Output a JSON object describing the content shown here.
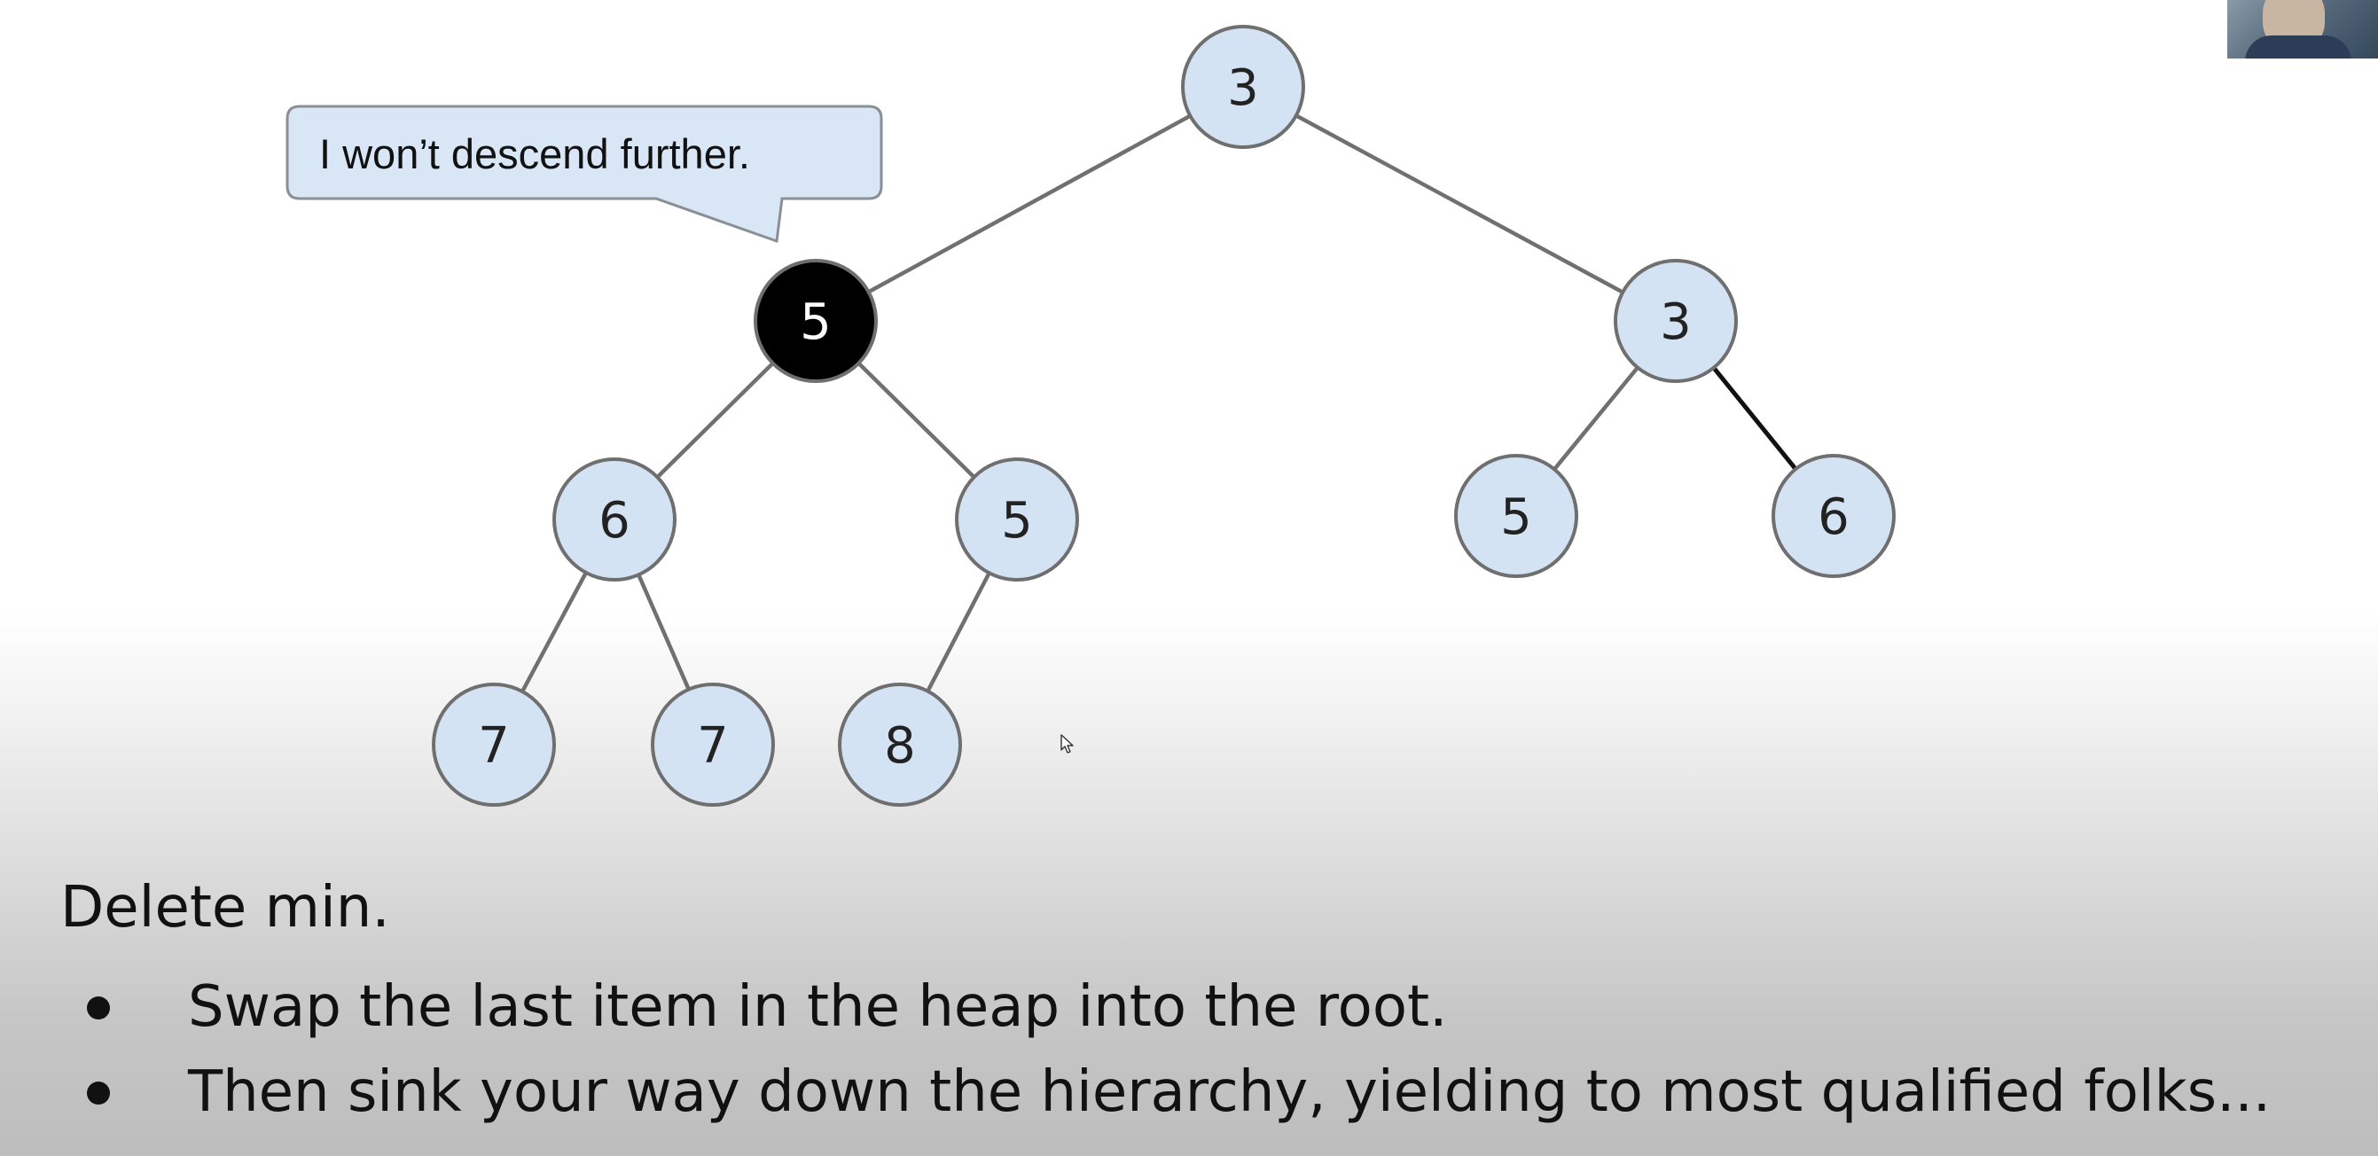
{
  "callout": {
    "text": "I won’t descend further."
  },
  "tree": {
    "nodes": [
      {
        "id": "n0",
        "value": "3",
        "state": "normal"
      },
      {
        "id": "n1",
        "value": "5",
        "state": "highlighted"
      },
      {
        "id": "n2",
        "value": "3",
        "state": "normal"
      },
      {
        "id": "n3",
        "value": "6",
        "state": "normal"
      },
      {
        "id": "n4",
        "value": "5",
        "state": "normal"
      },
      {
        "id": "n5",
        "value": "5",
        "state": "normal"
      },
      {
        "id": "n6",
        "value": "6",
        "state": "normal"
      },
      {
        "id": "n7",
        "value": "7",
        "state": "normal"
      },
      {
        "id": "n8",
        "value": "7",
        "state": "normal"
      },
      {
        "id": "n9",
        "value": "8",
        "state": "normal"
      }
    ],
    "edges": [
      {
        "from": "n0",
        "to": "n1",
        "style": "normal"
      },
      {
        "from": "n0",
        "to": "n2",
        "style": "normal"
      },
      {
        "from": "n1",
        "to": "n3",
        "style": "normal"
      },
      {
        "from": "n1",
        "to": "n4",
        "style": "normal"
      },
      {
        "from": "n2",
        "to": "n5",
        "style": "normal"
      },
      {
        "from": "n2",
        "to": "n6",
        "style": "emphasized"
      },
      {
        "from": "n3",
        "to": "n7",
        "style": "normal"
      },
      {
        "from": "n3",
        "to": "n8",
        "style": "normal"
      },
      {
        "from": "n4",
        "to": "n9",
        "style": "normal"
      }
    ]
  },
  "caption": {
    "title": "Delete min.",
    "bullets": [
      "Swap the last item in the heap into the root.",
      "Then sink your way down the hierarchy, yielding to most qualified folks..."
    ]
  },
  "colors": {
    "node_fill": "#d4e3f3",
    "node_stroke": "#6f6f6f",
    "node_text": "#222222",
    "highlight_fill": "#000000",
    "highlight_text": "#ffffff",
    "edge": "#707070",
    "edge_emphasized": "#111111",
    "callout_fill": "#d9e6f5",
    "callout_stroke": "#8a8f96"
  },
  "icons": {
    "cursor": "mouse-pointer-icon",
    "webcam": "presenter-webcam-thumbnail"
  }
}
